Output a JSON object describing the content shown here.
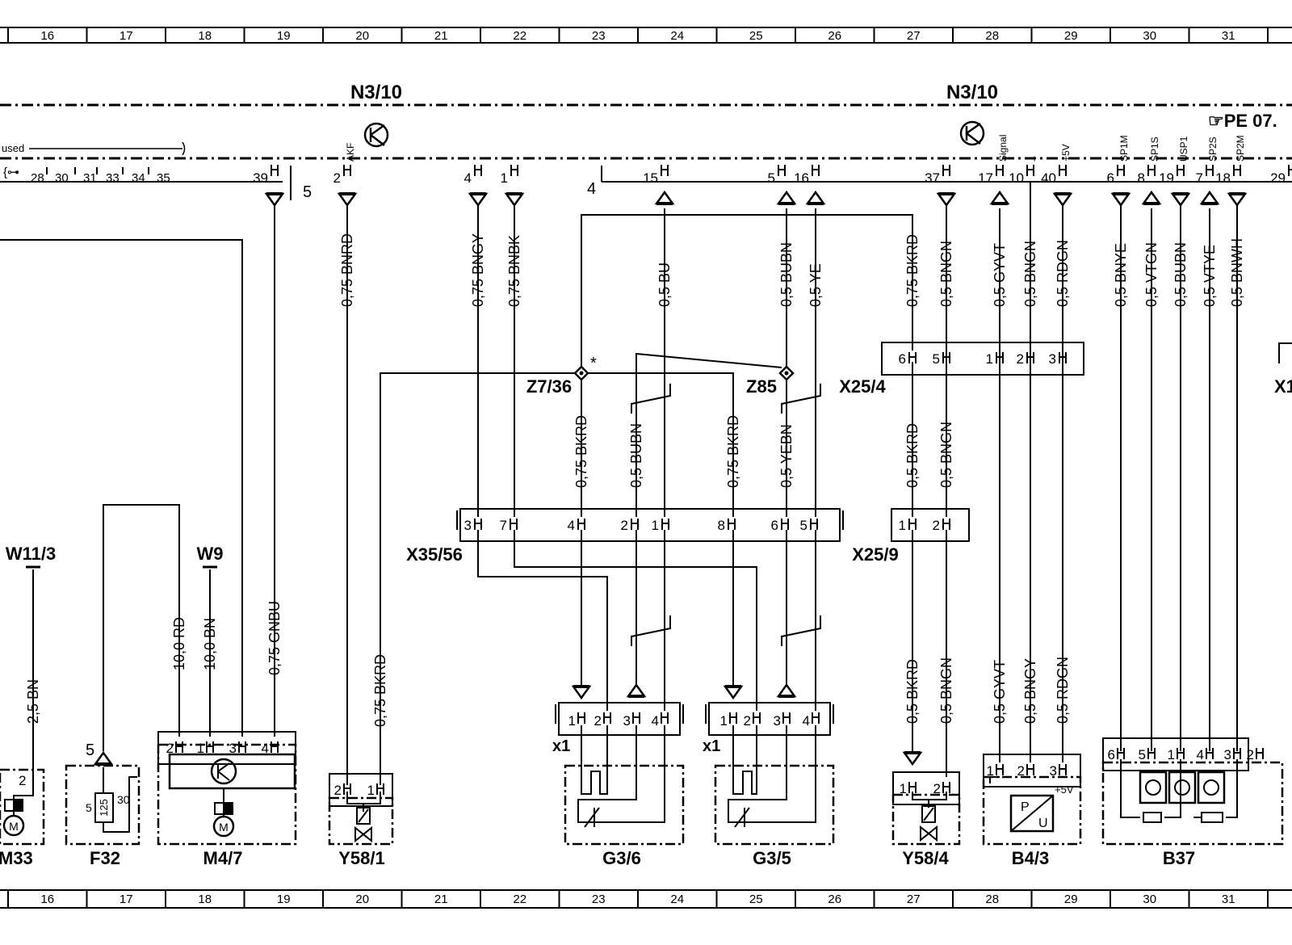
{
  "grid": {
    "columns": [
      "16",
      "17",
      "18",
      "19",
      "20",
      "21",
      "22",
      "23",
      "24",
      "25",
      "26",
      "27",
      "28",
      "29",
      "30",
      "31"
    ]
  },
  "header": {
    "module_left": "N3/10",
    "module_right": "N3/10",
    "page_ref": "☞PE 07.",
    "used_label": "used",
    "unused_pins": [
      "28",
      "30",
      "31",
      "33",
      "34",
      "35"
    ],
    "bus_left_num": "5",
    "bus_mid_num": "4"
  },
  "pins": [
    {
      "num": "39"
    },
    {
      "num": "2",
      "sig": "AKF"
    },
    {
      "num": "4"
    },
    {
      "num": "1"
    },
    {
      "num": "15"
    },
    {
      "num": "5"
    },
    {
      "num": "16"
    },
    {
      "num": "37"
    },
    {
      "num": "17",
      "sig": "Signal"
    },
    {
      "num": "10",
      "sig": "–"
    },
    {
      "num": "40",
      "sig": "+5V"
    },
    {
      "num": "6",
      "sig": "SP1M"
    },
    {
      "num": "8",
      "sig": "SP1S"
    },
    {
      "num": "19",
      "sig": "USP1"
    },
    {
      "num": "7",
      "sig": "SP2S"
    },
    {
      "num": "18",
      "sig": "SP2M"
    },
    {
      "num": "29"
    }
  ],
  "wires": {
    "top": [
      "0,75 GNBU",
      "0,75 BNRD",
      "0,75 BNGY",
      "0,75 BNBK",
      "0,5 BU",
      "0,5 BUBN",
      "0,5 YE",
      "0,75 BKRD",
      "0,5 BNGN",
      "0,5 GYVT",
      "0,5 BNGN",
      "0,5 RDGN",
      "0,5 BNYE",
      "0,5 VTGN",
      "0,5 BUBN",
      "0,5 VTYE",
      "0,5 BNWH"
    ],
    "mid": [
      "0,75 BKRD",
      "0,5 BUBN",
      "0,75 BKRD",
      "0,5 YEBN",
      "0,5 BKRD",
      "0,5 BNGN"
    ],
    "low": [
      "2,5 BN",
      "10,0 RD",
      "10,0 BN",
      "0,75 GNBU",
      "0,75 BKRD",
      "0,5 BKRD",
      "0,5 BNGN",
      "0,5 GYVT",
      "0,5 BNGY",
      "0,5 RDGN"
    ]
  },
  "connectors": {
    "X35_56": {
      "label": "X35/56",
      "pins": [
        "3",
        "7",
        "4",
        "2",
        "1",
        "8",
        "6",
        "5"
      ]
    },
    "X25_4": {
      "label": "X25/4",
      "pins": [
        "6",
        "5",
        "1",
        "2",
        "3"
      ]
    },
    "X25_9": {
      "label": "X25/9",
      "pins": [
        "1",
        "2"
      ]
    },
    "X1_cut": {
      "label": "X1"
    },
    "Z7_36": {
      "label": "Z7/36",
      "mark": "*"
    },
    "Z85": {
      "label": "Z85"
    }
  },
  "components": {
    "W11_3": {
      "label": "W11/3"
    },
    "W9": {
      "label": "W9"
    },
    "M33": {
      "label": "M33",
      "pin": "2"
    },
    "F32": {
      "label": "F32",
      "pin_top": "5",
      "pin_l": "5",
      "pin_r": "30",
      "fuse": "125"
    },
    "M4_7": {
      "label": "M4/7",
      "pins": [
        "2",
        "1",
        "3",
        "4"
      ]
    },
    "Y58_1": {
      "label": "Y58/1",
      "pins": [
        "2",
        "1"
      ]
    },
    "G3_6": {
      "label": "G3/6",
      "tag": "x1",
      "pins": [
        "1",
        "2",
        "3",
        "4"
      ]
    },
    "G3_5": {
      "label": "G3/5",
      "tag": "x1",
      "pins": [
        "1",
        "2",
        "3",
        "4"
      ]
    },
    "Y58_4": {
      "label": "Y58/4",
      "pins": [
        "1",
        "2"
      ]
    },
    "B4_3": {
      "label": "B4/3",
      "pins": [
        "1",
        "2",
        "3"
      ],
      "minus": "–",
      "plus5v": "+5V",
      "p": "P",
      "u": "U"
    },
    "B37": {
      "label": "B37",
      "pins": [
        "6",
        "5",
        "1",
        "4",
        "3",
        "2"
      ]
    }
  }
}
